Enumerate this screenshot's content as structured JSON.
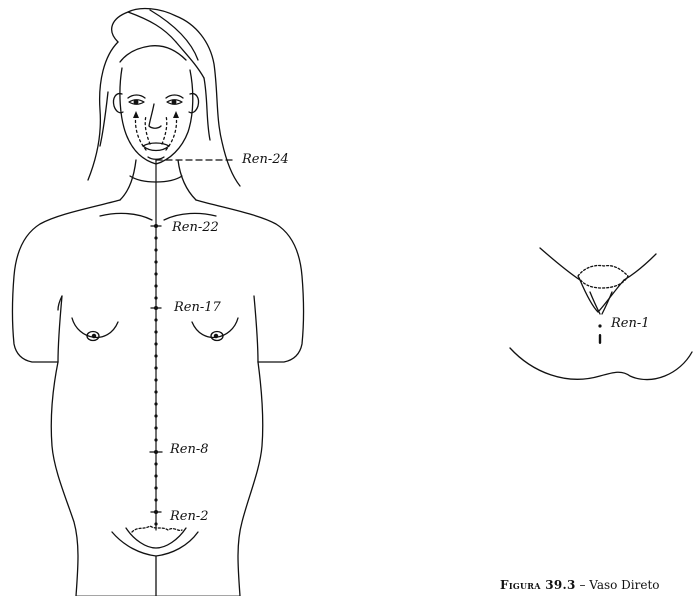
{
  "figure": {
    "points_left": [
      {
        "id": "ren24",
        "label": "Ren-24"
      },
      {
        "id": "ren22",
        "label": "Ren-22"
      },
      {
        "id": "ren17",
        "label": "Ren-17"
      },
      {
        "id": "ren8",
        "label": "Ren-8"
      },
      {
        "id": "ren2",
        "label": "Ren-2"
      }
    ],
    "point_right": {
      "id": "ren1",
      "label": "Ren-1"
    },
    "caption": {
      "lead": "Figura 39.3",
      "rest": " – Vaso Direto"
    }
  },
  "colors": {
    "ink": "#111111",
    "background": "#ffffff"
  }
}
